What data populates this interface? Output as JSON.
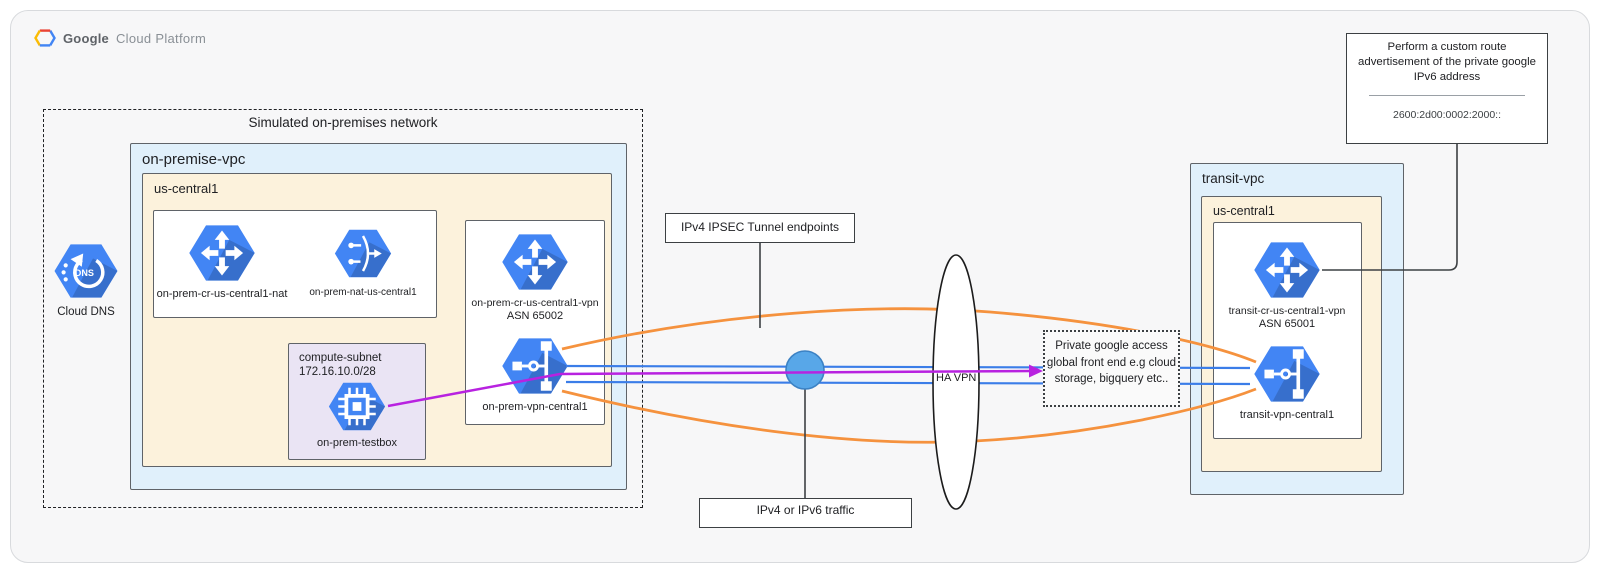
{
  "brand": {
    "google": "Google",
    "cloud_platform": "Cloud Platform"
  },
  "onprem": {
    "boundary_label": "Simulated on-premises network",
    "vpc_label": "on-premise-vpc",
    "region_label": "us-central1",
    "subnet": {
      "name": "compute-subnet",
      "cidr": "172.16.10.0/28"
    },
    "nodes": {
      "dns": {
        "label": "Cloud DNS",
        "icon": "cloud-dns-icon"
      },
      "cr_nat": {
        "label": "on-prem-cr-us-central1-nat",
        "icon": "cloud-router-icon"
      },
      "nat": {
        "label": "on-prem-nat-us-central1",
        "icon": "cloud-nat-icon"
      },
      "cr_vpn": {
        "label": "on-prem-cr-us-central1-vpn",
        "sublabel": "ASN 65002",
        "icon": "cloud-router-icon"
      },
      "vpn": {
        "label": "on-prem-vpn-central1",
        "icon": "cloud-vpn-icon"
      },
      "testbox": {
        "label": "on-prem-testbox",
        "icon": "compute-engine-icon"
      }
    }
  },
  "middle": {
    "ipsec_label": "IPv4 IPSEC Tunnel endpoints",
    "traffic_label": "IPv4 or IPv6 traffic",
    "ha_vpn_label": "HA VPN",
    "pga_label": "Private google access global front end e.g cloud storage, bigquery etc.."
  },
  "transit": {
    "vpc_label": "transit-vpc",
    "region_label": "us-central1",
    "nodes": {
      "cr": {
        "label": "transit-cr-us-central1-vpn",
        "sublabel": "ASN 65001",
        "icon": "cloud-router-icon"
      },
      "vpn": {
        "label": "transit-vpn-central1",
        "icon": "cloud-vpn-icon"
      }
    }
  },
  "annotation": {
    "title": "Perform a custom route advertisement of the private google IPv6 address",
    "address": "2600:2d00:0002:2000::"
  },
  "colors": {
    "hexagon_blue": "#4285f4",
    "tunnel_orange": "#f5923e",
    "link_blue": "#3b7de8",
    "traffic_purple": "#b822e0",
    "hub_circle_blue": "#58a7e8",
    "vpc_fill": "#e0f0fb",
    "region_fill": "#fcf2dc",
    "subnet_fill": "#eae4f4"
  }
}
